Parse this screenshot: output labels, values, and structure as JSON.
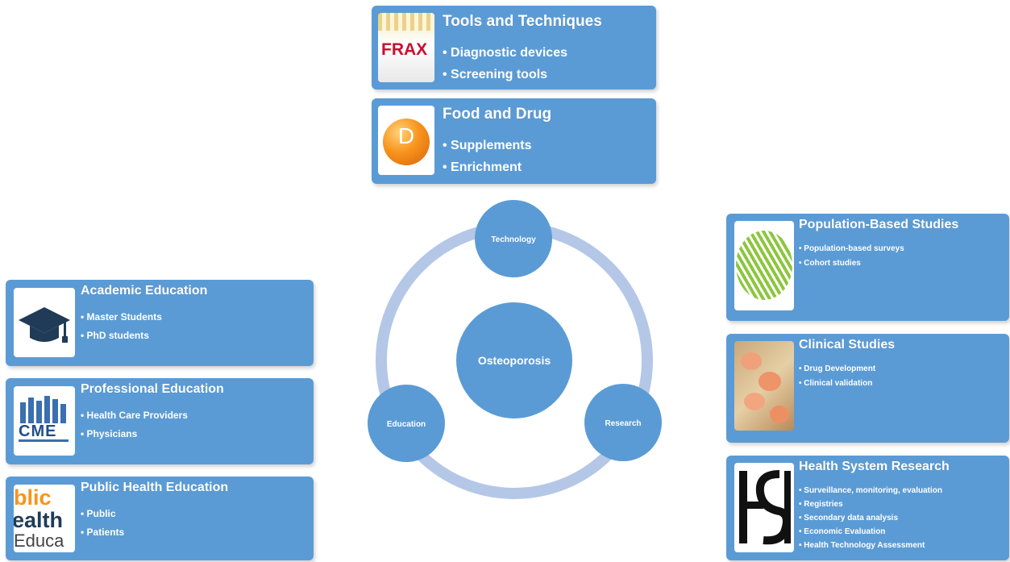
{
  "center": {
    "core": "Osteoporosis",
    "nodes": {
      "technology": "Technology",
      "research": "Research",
      "education": "Education"
    }
  },
  "technology_cards": [
    {
      "title": "Tools and Techniques",
      "items": [
        "Diagnostic devices",
        "Screening tools"
      ],
      "thumb_text": "FRAX"
    },
    {
      "title": "Food and Drug",
      "items": [
        "Supplements",
        "Enrichment"
      ],
      "thumb_text": "D"
    }
  ],
  "education_cards": [
    {
      "title": "Academic Education",
      "items": [
        "Master Students",
        "PhD students"
      ]
    },
    {
      "title": "Professional  Education",
      "items": [
        "Health Care Providers",
        "Physicians"
      ],
      "thumb_text": "CME"
    },
    {
      "title": "Public Health Education",
      "items": [
        "Public",
        "Patients"
      ],
      "thumb_lines": [
        "blic",
        "ealth",
        "Educa"
      ]
    }
  ],
  "research_cards": [
    {
      "title": "Population-Based  Studies",
      "items": [
        "Population-based surveys",
        "Cohort studies"
      ]
    },
    {
      "title": "Clinical Studies",
      "items": [
        "Drug Development",
        "Clinical validation"
      ]
    },
    {
      "title": "Health System Research",
      "items": [
        "Surveillance, monitoring, evaluation",
        "Registries",
        "Secondary  data  analysis",
        "Economic Evaluation",
        "Health Technology Assessment"
      ]
    }
  ],
  "colors": {
    "card": "#5b9bd5",
    "ring": "#b4c7e7",
    "node": "#5b9bd5"
  }
}
